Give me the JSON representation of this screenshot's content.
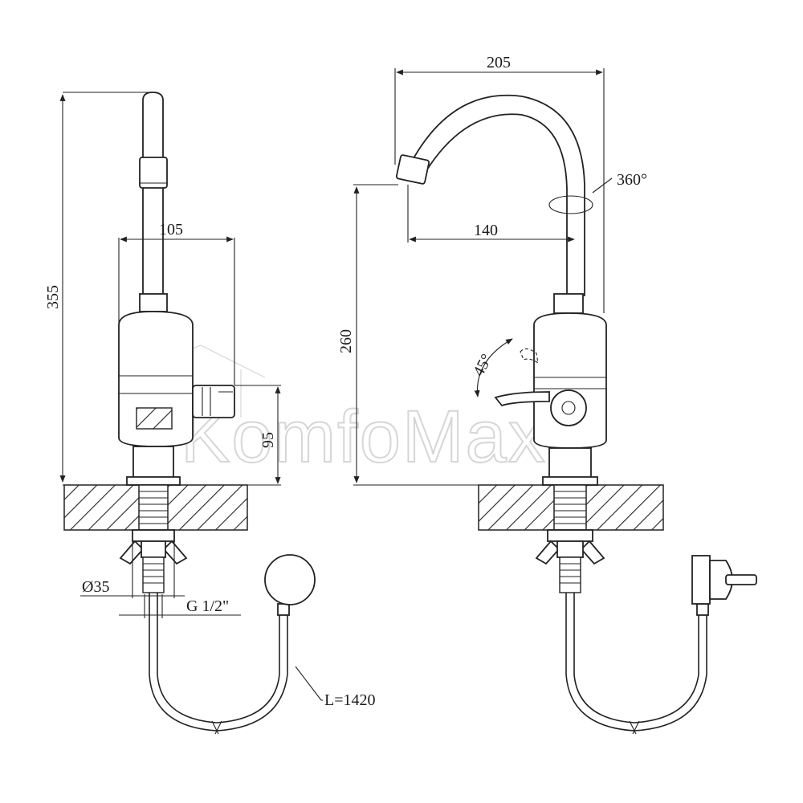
{
  "watermark": {
    "brand": "KomfoMax"
  },
  "dimensions": {
    "total_height": "355",
    "body_width": "105",
    "mount_diameter": "Ø35",
    "thread": "G 1/2\"",
    "cable_length": "L=1420",
    "lever_height": "95",
    "spout_reach": "205",
    "spout_offset": "140",
    "spout_height": "260",
    "rotation": "360°",
    "lever_angle": "45°"
  },
  "colors": {
    "line": "#222222",
    "watermark": "#d6d6d6",
    "background": "#ffffff"
  }
}
